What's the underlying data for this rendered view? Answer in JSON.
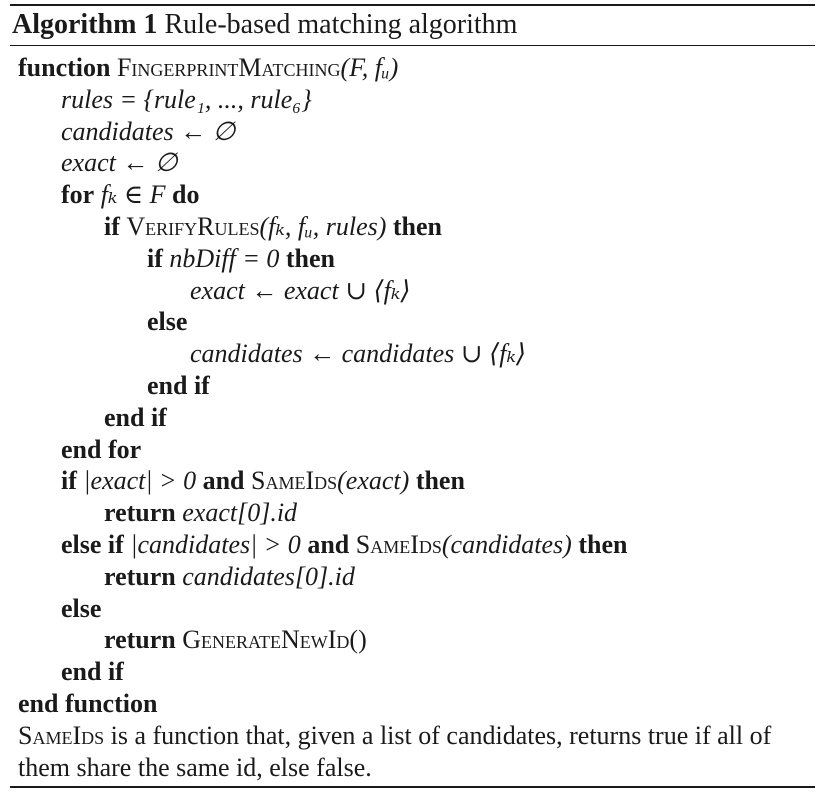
{
  "caption": {
    "label": "Algorithm 1",
    "title": "Rule-based matching algorithm"
  },
  "lines": {
    "l1": {
      "kw": "function",
      "name": "FingerprintMatching",
      "args": "(F, fᵤ)"
    },
    "l2": "rules = {rule₁, ..., rule₆}",
    "l3": "candidates ← ∅",
    "l4": "exact ← ∅",
    "l5": {
      "kw_for": "for",
      "expr": "fₖ ∈ F",
      "kw_do": "do"
    },
    "l6": {
      "kw_if": "if",
      "name": "VerifyRules",
      "args": "(fₖ, fᵤ, rules)",
      "kw_then": "then"
    },
    "l7": {
      "kw_if": "if",
      "expr": "nbDiff = 0",
      "kw_then": "then"
    },
    "l8": "exact ← exact ∪ ⟨fₖ⟩",
    "l9": "else",
    "l10": "candidates ← candidates ∪ ⟨fₖ⟩",
    "l11": "end if",
    "l12": "end if",
    "l13": "end for",
    "l14": {
      "kw_if": "if",
      "expr": "|exact| > 0",
      "kw_and": "and",
      "name": "SameIds",
      "args": "(exact)",
      "kw_then": "then"
    },
    "l15": {
      "kw": "return",
      "expr": "exact[0].id"
    },
    "l16": {
      "kw_elseif": "else if",
      "expr": "|candidates| > 0",
      "kw_and": "and",
      "name": "SameIds",
      "args": "(candidates)",
      "kw_then": "then"
    },
    "l17": {
      "kw": "return",
      "expr": "candidates[0].id"
    },
    "l18": "else",
    "l19": {
      "kw": "return",
      "name": "GenerateNewId",
      "args": "()"
    },
    "l20": "end if",
    "l21": "end function"
  },
  "note": {
    "name": "SameIds",
    "text": " is a function that, given a list of candidates, returns true if all of them share the same id, else false."
  }
}
